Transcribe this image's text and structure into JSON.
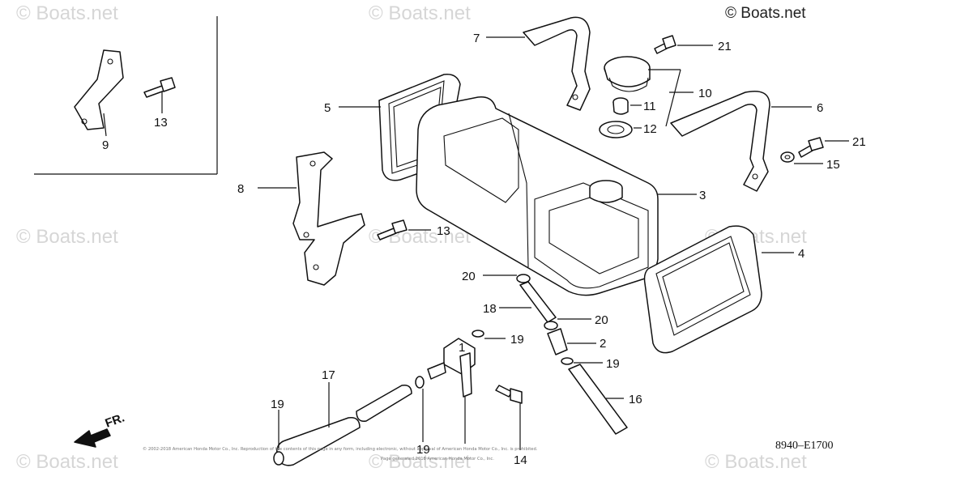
{
  "watermark": {
    "text": "© Boats.net",
    "copyright_label": "© Boats.net"
  },
  "diagram_code": "8940–E1700",
  "direction_label": "FR.",
  "fine_print": {
    "line1": "© 2002-2018 American Honda Motor Co., Inc. Reproduction of the contents of this page in any form, including electronic, without approval of American Honda Motor Co., Inc. is prohibited.",
    "line2": "Page generated 2018 American Honda Motor Co., Inc."
  },
  "callouts": {
    "c1": "1",
    "c2": "2",
    "c3": "3",
    "c4": "4",
    "c5": "5",
    "c6": "6",
    "c7": "7",
    "c8": "8",
    "c9": "9",
    "c10": "10",
    "c11": "11",
    "c12": "12",
    "c13a": "13",
    "c13b": "13",
    "c14": "14",
    "c15": "15",
    "c16": "16",
    "c17": "17",
    "c18": "18",
    "c19a": "19",
    "c19b": "19",
    "c19c": "19",
    "c19d": "19",
    "c20a": "20",
    "c20b": "20",
    "c21a": "21",
    "c21b": "21"
  }
}
